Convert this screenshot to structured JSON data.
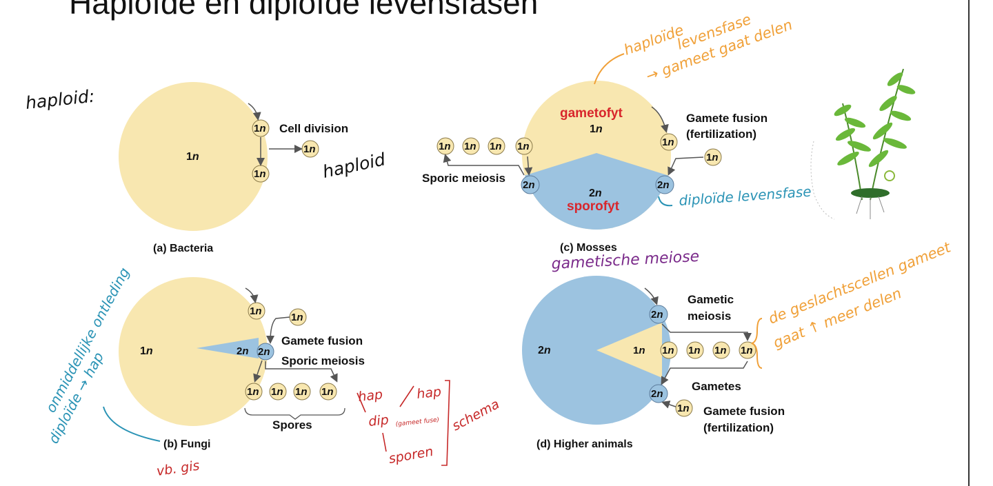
{
  "title": "Haploïde en diploïde levensfasen",
  "colors": {
    "haploid": "#f8e7b0",
    "diploid": "#9cc3e0",
    "accent_red": "#d8262c",
    "annotation_orange": "#f0a038",
    "annotation_teal": "#2a93b5",
    "annotation_red": "#c62828",
    "annotation_purple": "#7a2a8a"
  },
  "panels": {
    "bacteria": {
      "caption_letter": "(a)",
      "caption": "Bacteria",
      "body_n": "1",
      "cell_n": "1",
      "cell_division_label": "Cell division"
    },
    "fungi": {
      "caption_letter": "(b)",
      "caption": "Fungi",
      "body_n": "1",
      "wedge_n": "2",
      "cell_n": "1",
      "gamete_fusion_label": "Gamete fusion",
      "sporic_meiosis_label": "Sporic meiosis",
      "spores_label": "Spores"
    },
    "mosses": {
      "caption_letter": "(c)",
      "caption": "Mosses",
      "top_n": "1",
      "bottom_n": "2",
      "cell_n": "1",
      "gametophyte_label": "gametofyt",
      "sporophyte_label": "sporofyt",
      "gamete_fusion_label": "Gamete fusion",
      "fertilization_label": "(fertilization)",
      "sporic_meiosis_label": "Sporic meiosis"
    },
    "animals": {
      "caption_letter": "(d)",
      "caption": "Higher animals",
      "body_n": "2",
      "wedge_n": "1",
      "cell_n": "1",
      "gametic_label": "Gametic",
      "meiosis_label": "meiosis",
      "gametes_label": "Gametes",
      "gamete_fusion_label": "Gamete fusion",
      "fertilization_label": "(fertilization)"
    }
  },
  "n_symbol": "n",
  "annotations": {
    "haploid_note": "haploid:",
    "haploid_word": "haploid",
    "haploid_phase_line1": "haploïde",
    "haploid_phase_line2": "levensfase",
    "haploid_phase_line3": "→ gameet gaat delen",
    "diploid_phase_line1": "diploïde",
    "diploid_phase_line2": "levensfase",
    "fungi_side_line1": "onmiddellijke ontleding",
    "fungi_side_line2": "diploïde → hap",
    "fungi_example": "vb. gis",
    "schema_hap1": "hap",
    "schema_hap2": "hap",
    "schema_dip": "dip",
    "schema_dip_note": "(gameet fuse)",
    "schema_spores": "sporen",
    "schema_label": "schema",
    "gametic_meiosis_note": "gametische meiose",
    "animals_note_line1": "de geslachtscellen gameet",
    "animals_note_line2": "gaat ↑ meer delen"
  }
}
